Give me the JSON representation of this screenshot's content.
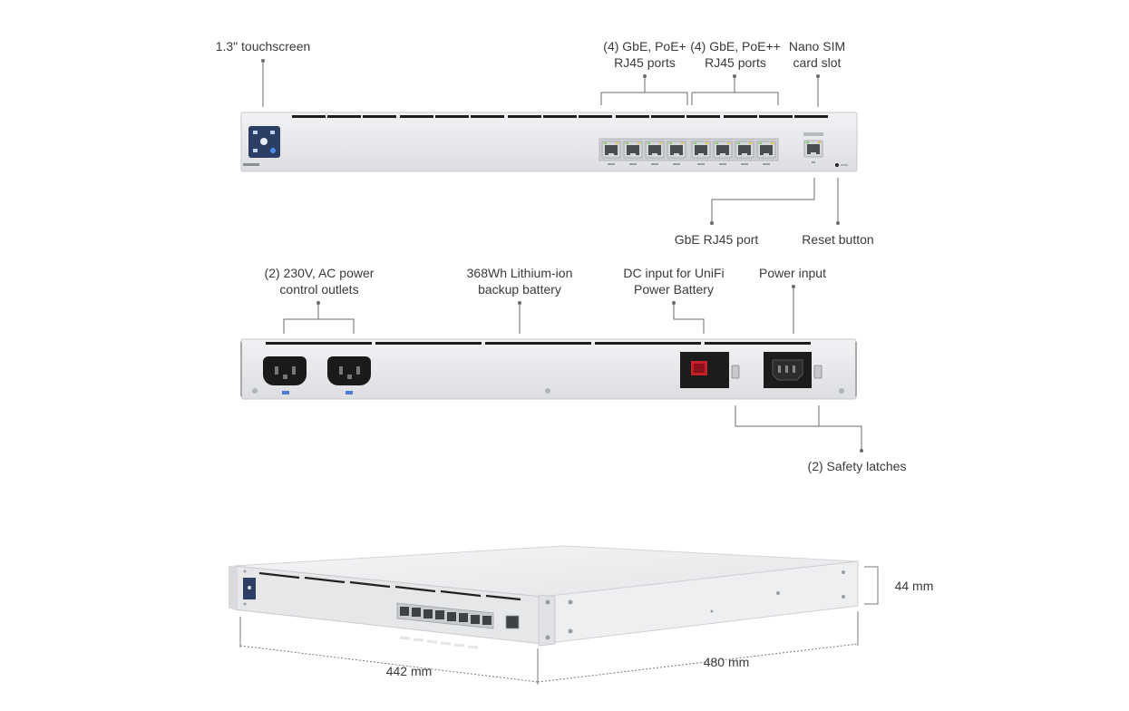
{
  "front_panel": {
    "touchscreen": {
      "line1": "1.3\" touchscreen"
    },
    "poe_plus": {
      "line1": "(4) GbE, PoE+",
      "line2": "RJ45 ports"
    },
    "poe_plusplus": {
      "line1": "(4) GbE, PoE++",
      "line2": "RJ45 ports"
    },
    "sim": {
      "line1": "Nano SIM",
      "line2": "card slot"
    },
    "gbe_port": {
      "line1": "GbE RJ45 port"
    },
    "reset": {
      "line1": "Reset button"
    }
  },
  "rear_panel": {
    "outlets": {
      "line1": "(2) 230V, AC power",
      "line2": "control outlets"
    },
    "battery": {
      "line1": "368Wh Lithium-ion",
      "line2": "backup battery"
    },
    "dc_input": {
      "line1": "DC input for UniFi",
      "line2": "Power Battery"
    },
    "power_input": {
      "line1": "Power input"
    },
    "latches": {
      "line1": "(2) Safety latches"
    }
  },
  "dimensions": {
    "height": "44 mm",
    "width": "442 mm",
    "depth": "480 mm"
  },
  "colors": {
    "chassis": "#e9eaec",
    "chassis_edge": "#c9cbce",
    "vent": "#1e1e1e",
    "screen": "#2b4f86",
    "port": "#5a5d62",
    "line": "#6b6b6b"
  }
}
